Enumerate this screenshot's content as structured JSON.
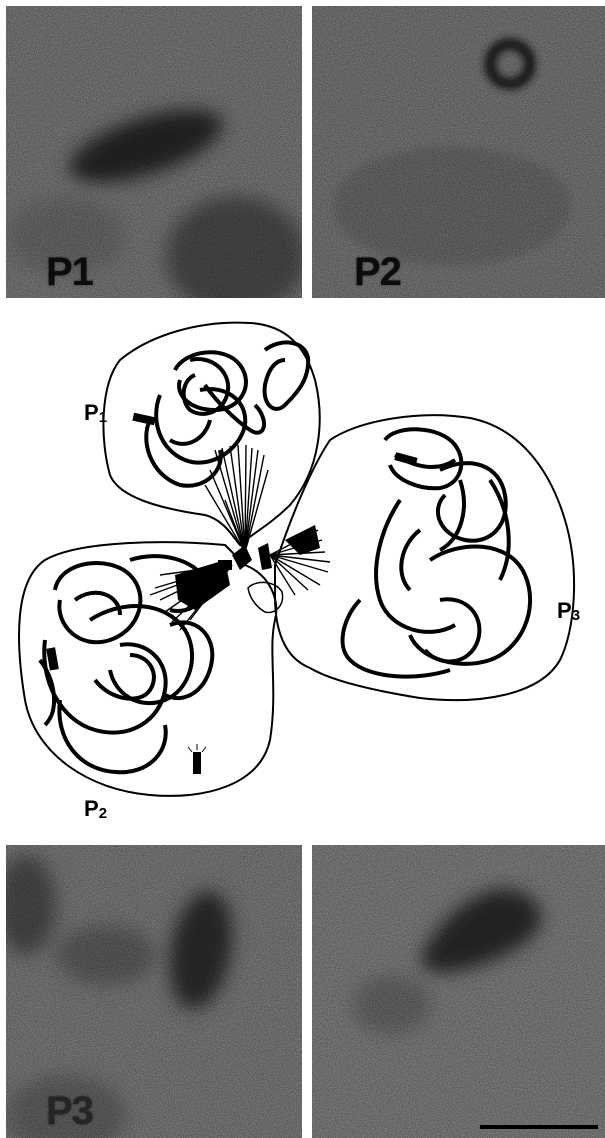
{
  "micrographs": [
    {
      "id": "top-left",
      "label": "P1"
    },
    {
      "id": "top-right",
      "label": "P2"
    },
    {
      "id": "bottom-left",
      "label": "P3"
    },
    {
      "id": "bottom-right",
      "label": ""
    }
  ],
  "diagram": {
    "labels": {
      "p1": {
        "main": "P",
        "sub": "1"
      },
      "p2": {
        "main": "P",
        "sub": "2"
      },
      "p3": {
        "main": "P",
        "sub": "3"
      }
    }
  }
}
